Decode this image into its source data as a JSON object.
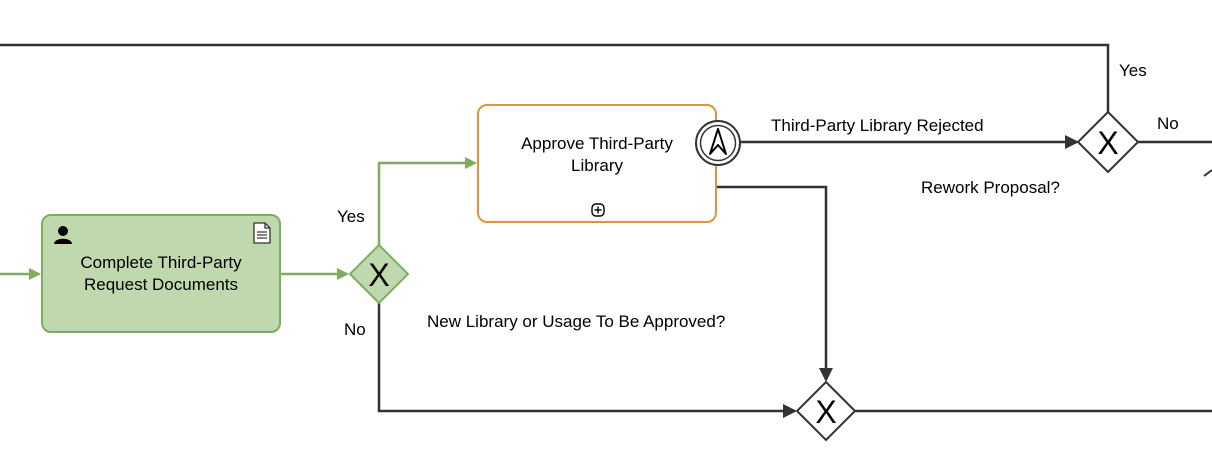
{
  "tasks": {
    "complete_docs": "Complete Third-Party Request Documents",
    "approve_library": "Approve Third-Party Library"
  },
  "gateways": {
    "new_library": {
      "symbol": "X",
      "question": "New Library or Usage To Be Approved?"
    },
    "rework": {
      "symbol": "X",
      "question": "Rework Proposal?"
    },
    "merge": {
      "symbol": "X"
    }
  },
  "flow_labels": {
    "yes_left": "Yes",
    "no_left": "No",
    "rejected": "Third-Party Library Rejected",
    "yes_right": "Yes",
    "no_right": "No"
  },
  "colors": {
    "green_fill": "#bfd8ae",
    "green_stroke": "#7fad5e",
    "orange_stroke": "#e0953c",
    "line": "#333333"
  },
  "icons": {
    "user_task": "person-icon",
    "documentation": "document-icon",
    "subprocess": "expand-plus-icon",
    "event": "escalation-icon"
  }
}
